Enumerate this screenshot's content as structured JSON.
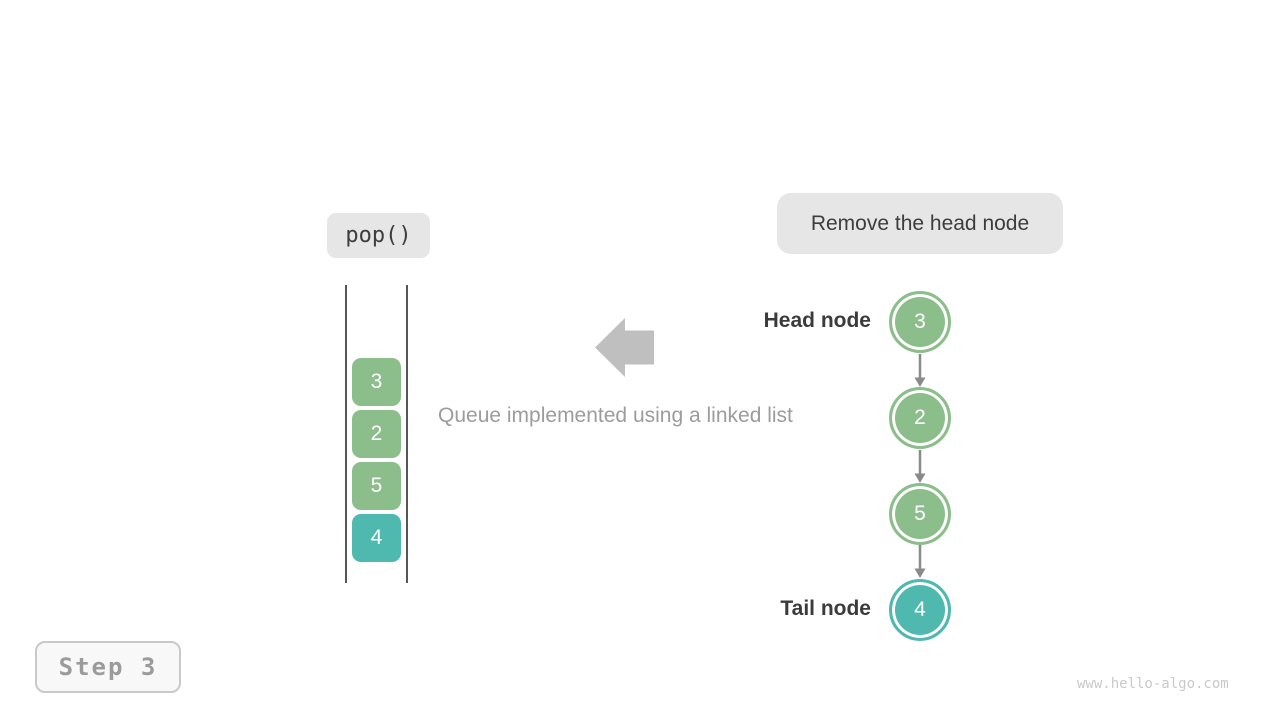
{
  "operation": {
    "label": "pop()"
  },
  "instruction": {
    "label": "Remove the head node"
  },
  "caption": "Queue implemented using a linked list",
  "stack": {
    "items": [
      {
        "value": "3",
        "color": "#8cbe8c"
      },
      {
        "value": "2",
        "color": "#8cbe8c"
      },
      {
        "value": "5",
        "color": "#8cbe8c"
      },
      {
        "value": "4",
        "color": "#4fb9af"
      }
    ]
  },
  "linked_list": {
    "head_label": "Head node",
    "tail_label": "Tail node",
    "nodes": [
      {
        "value": "3",
        "color": "#8cbe8c"
      },
      {
        "value": "2",
        "color": "#8cbe8c"
      },
      {
        "value": "5",
        "color": "#8cbe8c"
      },
      {
        "value": "4",
        "color": "#4fb9af"
      }
    ]
  },
  "step": {
    "label": "Step 3"
  },
  "watermark": "www.hello-algo.com",
  "colors": {
    "node_green": "#8cbe8c",
    "node_teal": "#4fb9af",
    "pill_gray": "#e6e6e6",
    "arrow_gray": "#bfbfbf",
    "connector_gray": "#8a8a8a"
  }
}
